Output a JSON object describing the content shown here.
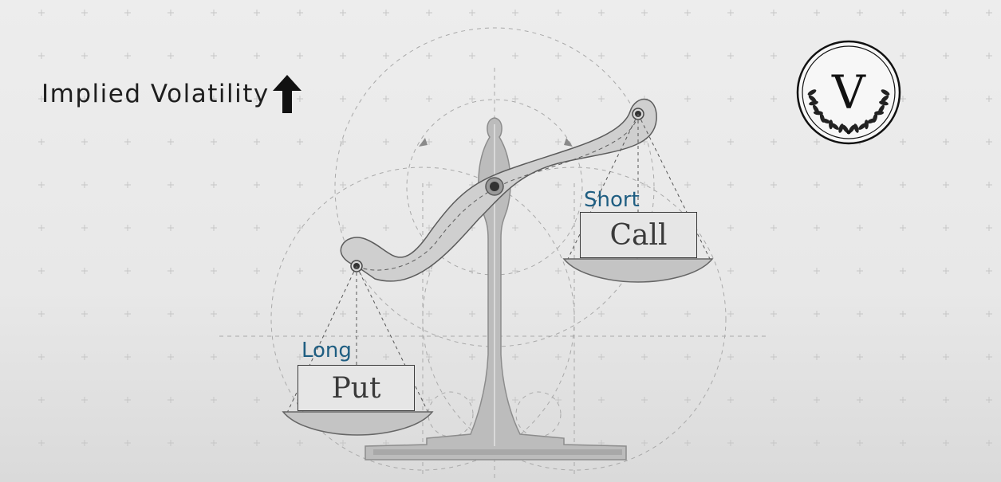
{
  "title": "Implied Volatility",
  "direction_icon": "arrow-up-icon",
  "left_pan": {
    "tag": "Long",
    "weight": "Put"
  },
  "right_pan": {
    "tag": "Short",
    "weight": "Call"
  },
  "logo": {
    "letter": "V",
    "icon": "laurel-wreath-icon"
  },
  "colors": {
    "tag": "#1f5e82",
    "ink": "#1e1e1e",
    "scale": "#9a9a9a",
    "background": "#ebebeb"
  }
}
